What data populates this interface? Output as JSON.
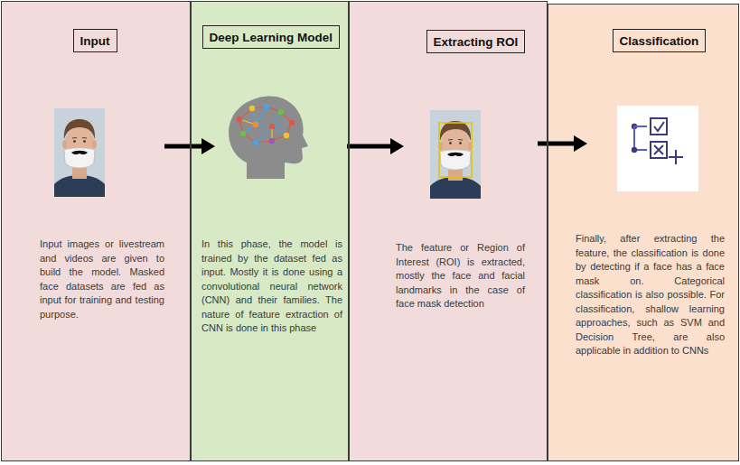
{
  "diagram": {
    "nodes": [
      {
        "text": [
          "Input images or livestream and videos are given to build the model. Masked face datasets are fed as input for training and testing purpose."
        ]
      },
      {
        "text": [
          "Input"
        ],
        "in": 0
      },
      {
        "text": [
          "In this phase, the model is trained by the dataset fed as input. Mostly it is done using a convolutional neural network (CNN) and their families. The nature of feature extraction of CNN is done in this phase"
        ]
      },
      {
        "text": [
          "Deep Learning Model"
        ],
        "in": 2
      },
      {
        "text": [
          "The feature or Region of Interest (ROI) is extracted, mostly the face and facial landmarks in the case of face mask detection"
        ]
      },
      {
        "text": [
          "Extracting ROI"
        ],
        "in": 4
      },
      {
        "text": [
          "Finally, after extracting the feature, the classification is done by detecting if a face has a face mask on. Categorical classification is also possible. For classification, shallow learning approaches, such as SVM and Decision Tree, are also applicable in addition to CNNs"
        ]
      },
      {
        "text": [
          "Classification"
        ],
        "in": 6
      }
    ],
    "edges": [
      {
        "from": 0,
        "to": 2,
        "arrow": "to"
      },
      {
        "from": 2,
        "to": 4,
        "arrow": "to"
      },
      {
        "from": 4,
        "to": 6,
        "arrow": "to"
      }
    ]
  }
}
